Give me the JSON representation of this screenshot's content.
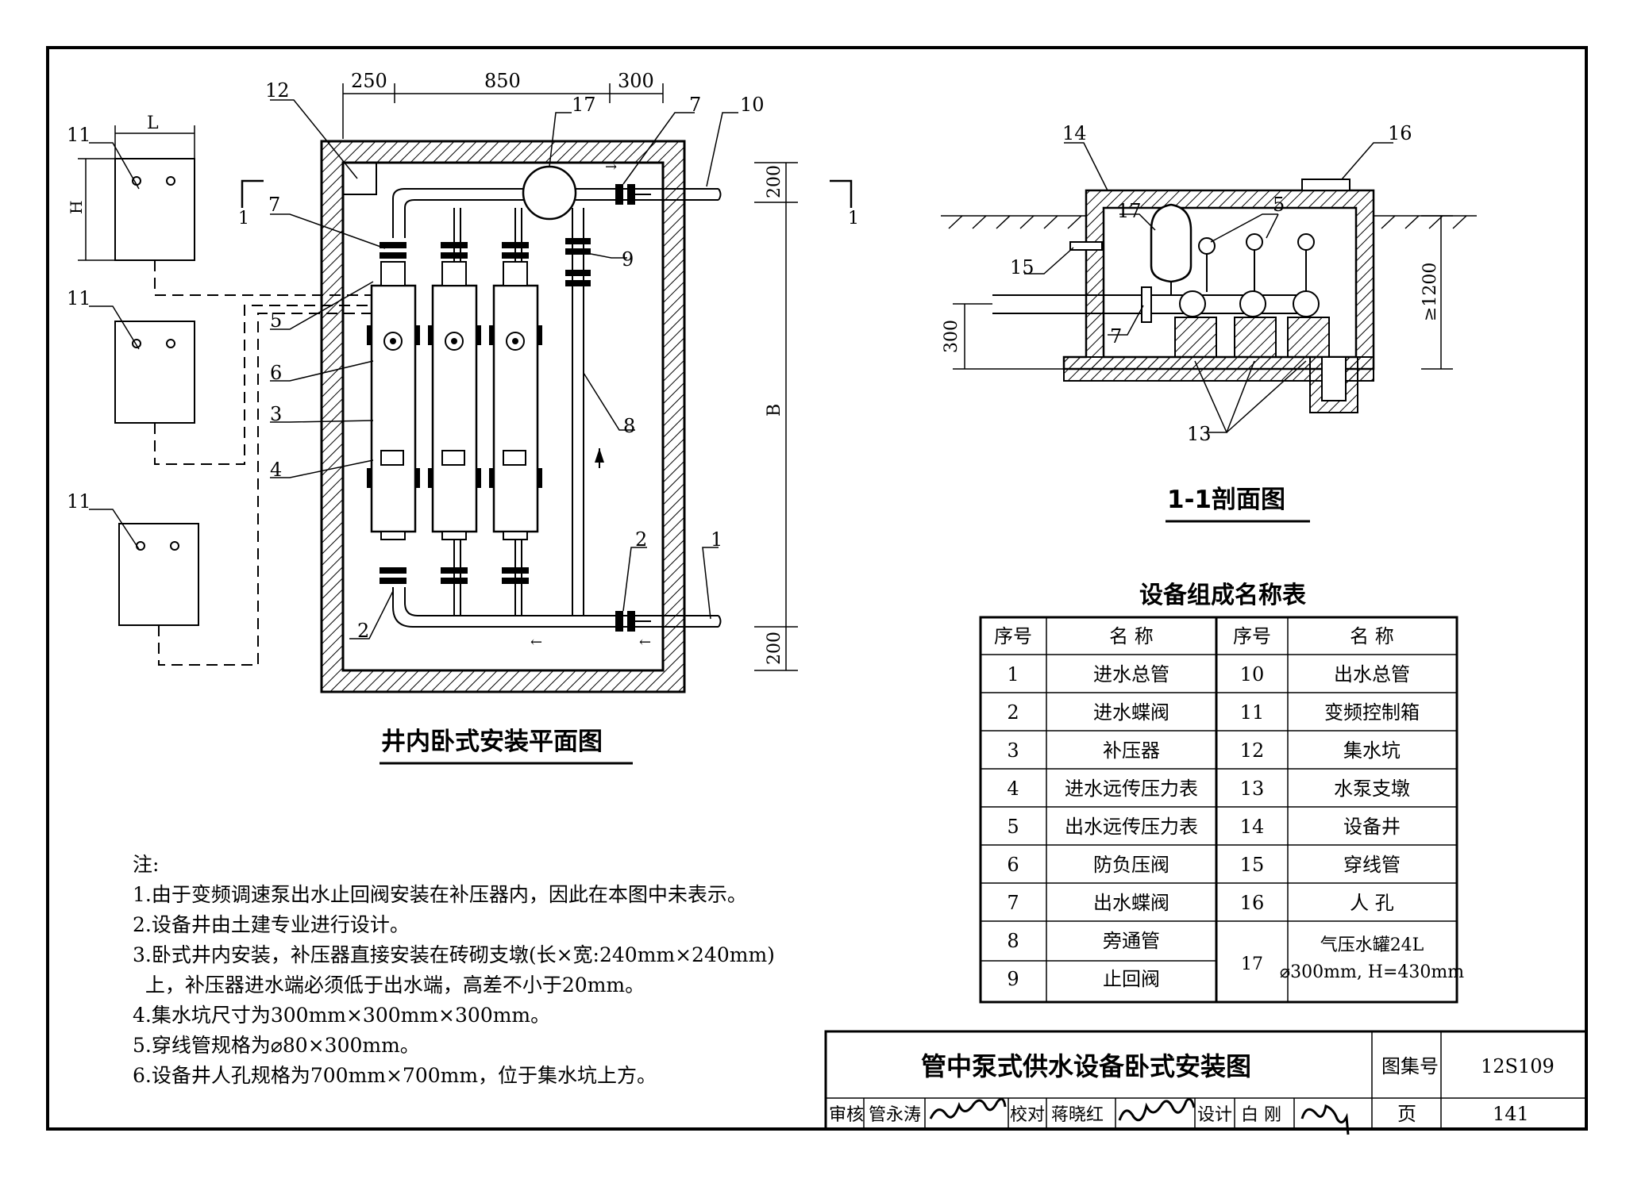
{
  "plan": {
    "title": "井内卧式安装平面图",
    "dims": {
      "d1": "250",
      "d2": "850",
      "d3": "300",
      "top": "200",
      "bottom": "200",
      "B": "B",
      "L": "L",
      "H": "H"
    },
    "section_mark": "1",
    "callouts": {
      "c1": "1",
      "c2": "2",
      "c2b": "2",
      "c3": "3",
      "c4": "4",
      "c5": "5",
      "c6": "6",
      "c7": "7",
      "c7b": "7",
      "c8": "8",
      "c9": "9",
      "c10": "10",
      "c11a": "11",
      "c11b": "11",
      "c11c": "11",
      "c12": "12",
      "c17": "17"
    }
  },
  "section": {
    "title": "1-1剖面图",
    "dims": {
      "depth": "≥1200",
      "height": "300"
    },
    "callouts": {
      "c14": "14",
      "c16": "16",
      "c17": "17",
      "c5": "5",
      "c15": "15",
      "c7": "7",
      "c13": "13"
    }
  },
  "table": {
    "title": "设备组成名称表",
    "headers": [
      "序号",
      "名  称",
      "序号",
      "名  称"
    ],
    "rows": [
      {
        "no1": "1",
        "name1": "进水总管",
        "no2": "10",
        "name2": "出水总管"
      },
      {
        "no1": "2",
        "name1": "进水蝶阀",
        "no2": "11",
        "name2": "变频控制箱"
      },
      {
        "no1": "3",
        "name1": "补压器",
        "no2": "12",
        "name2": "集水坑"
      },
      {
        "no1": "4",
        "name1": "进水远传压力表",
        "no2": "13",
        "name2": "水泵支墩"
      },
      {
        "no1": "5",
        "name1": "出水远传压力表",
        "no2": "14",
        "name2": "设备井"
      },
      {
        "no1": "6",
        "name1": "防负压阀",
        "no2": "15",
        "name2": "穿线管"
      },
      {
        "no1": "7",
        "name1": "出水蝶阀",
        "no2": "16",
        "name2": "人  孔"
      },
      {
        "no1": "8",
        "name1": "旁通管"
      },
      {
        "no1": "9",
        "name1": "止回阀"
      }
    ],
    "last": {
      "no": "17",
      "line1": "气压水罐24L",
      "line2": "⌀300mm, H=430mm"
    }
  },
  "notes": {
    "heading": "注:",
    "items": [
      "1.由于变频调速泵出水止回阀安装在补压器内，因此在本图中未表示。",
      "2.设备井由土建专业进行设计。",
      "3.卧式井内安装，补压器直接安装在砖砌支墩(长×宽:240mm×240mm)",
      "  上，补压器进水端必须低于出水端，高差不小于20mm。",
      "4.集水坑尺寸为300mm×300mm×300mm。",
      "5.穿线管规格为⌀80×300mm。",
      "6.设备井人孔规格为700mm×700mm，位于集水坑上方。"
    ]
  },
  "titleblock": {
    "drawing_title": "管中泵式供水设备卧式安装图",
    "atlas_label": "图集号",
    "atlas_no": "12S109",
    "page_label": "页",
    "page_no": "141",
    "review_label": "审核",
    "reviewer": "管永涛",
    "reviewer_sig": "管永涛",
    "check_label": "校对",
    "checker": "蒋晓红",
    "checker_sig": "蒋晓红",
    "design_label": "设计",
    "designer": "白 刚",
    "designer_sig": "白刚"
  }
}
